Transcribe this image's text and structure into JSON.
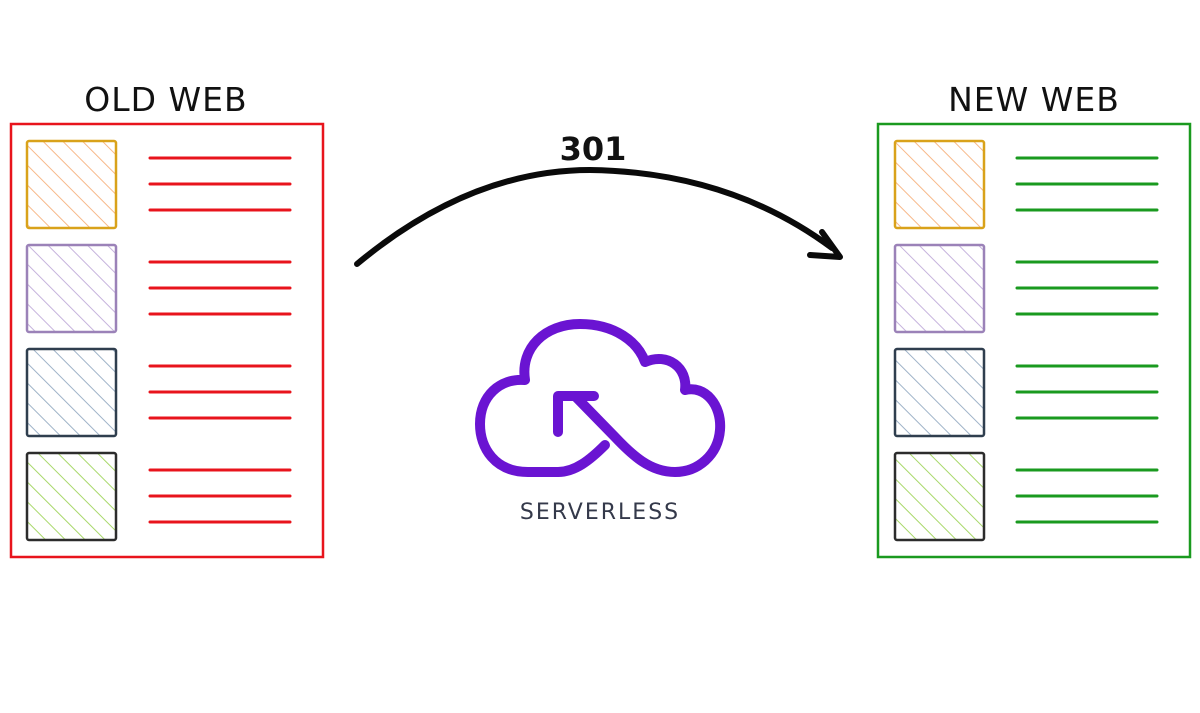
{
  "old_page": {
    "label": "OLD WEB",
    "frame_color": "#e8141c",
    "line_color": "#e8141c"
  },
  "new_page": {
    "label": "NEW WEB",
    "frame_color": "#1a9a1f",
    "line_color": "#1a9a1f"
  },
  "redirect": {
    "code": "301",
    "arrow_color": "#0a0a0a"
  },
  "serverless": {
    "label": "SERVERLESS",
    "logo_color": "#6a14d2",
    "icon": "serverless-cloud-icon"
  },
  "blocks": [
    {
      "name": "orange",
      "border": "#d9a21a",
      "hatch": "#f7b98a"
    },
    {
      "name": "purple",
      "border": "#9b82b8",
      "hatch": "#c6b3dd"
    },
    {
      "name": "slate",
      "border": "#2f3e4e",
      "hatch": "#9fb3c8"
    },
    {
      "name": "green",
      "border": "#2c2c2c",
      "hatch": "#a8d86a"
    }
  ]
}
